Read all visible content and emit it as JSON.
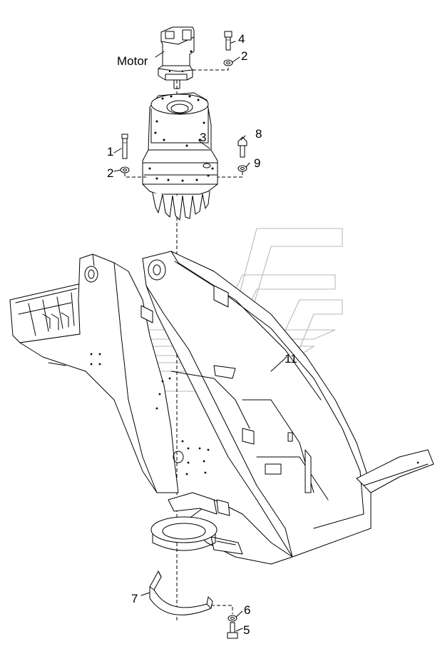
{
  "labels": {
    "motor": "Motor",
    "part_1": "1",
    "part_2a": "2",
    "part_2b": "2",
    "part_3": "3",
    "part_4": "4",
    "part_5": "5",
    "part_6": "6",
    "part_7": "7",
    "part_8": "8",
    "part_9": "9",
    "part_11": "11"
  },
  "colors": {
    "line": "#000000",
    "background": "#ffffff",
    "watermark": "#b8b8b8"
  }
}
